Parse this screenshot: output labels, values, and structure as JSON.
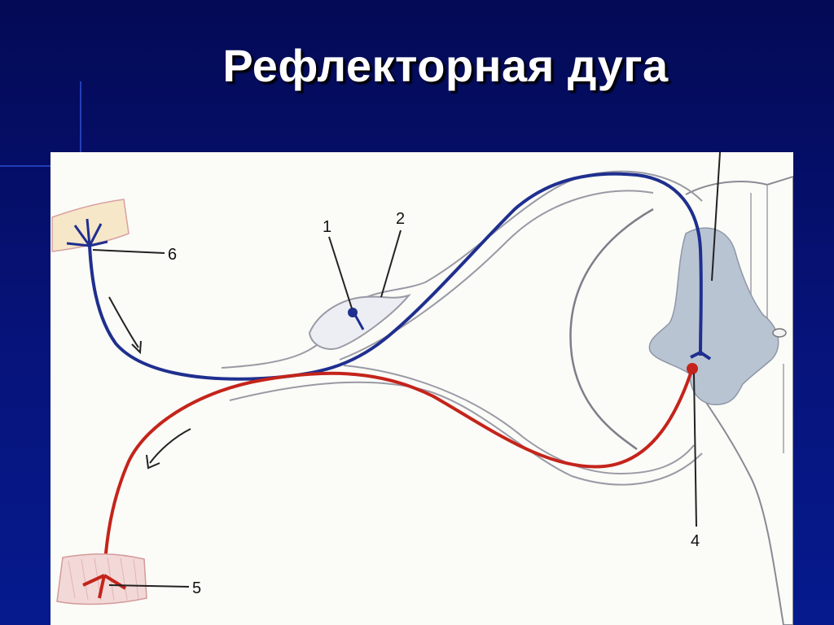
{
  "slide": {
    "title": "Рефлекторная дуга"
  },
  "diagram": {
    "labels": {
      "l1": "1",
      "l2": "2",
      "l4": "4",
      "l5": "5",
      "l6": "6"
    },
    "colors": {
      "slide_background": "#040d62",
      "figure_background": "#fbfbf7",
      "sensory_pathway": "#1f2f8f",
      "motor_pathway": "#c4241b",
      "grey_matter": "#b9c4d3",
      "nerve_sheath": "#9a9aa6",
      "tissue": "#e0a6a6"
    }
  }
}
